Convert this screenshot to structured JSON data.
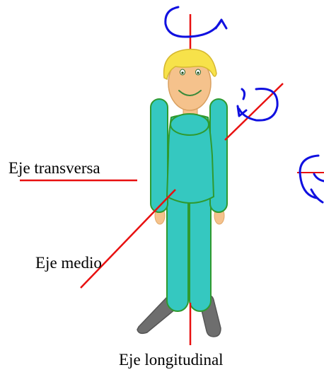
{
  "labels": {
    "transverse_axis": "Eje transversa",
    "middle_axis": "Eje medio",
    "longitudinal_axis": "Eje longitudinal"
  },
  "colors": {
    "axis_line": "#e81010",
    "rotation_arrow": "#1010e0",
    "hair": "#f7e24a",
    "skin": "#f5c28c",
    "body": "#35c8c0",
    "outline": "#2f9a2f",
    "shoes": "#6e6e6e"
  },
  "icons": [
    "rotation-arrow-icon"
  ]
}
